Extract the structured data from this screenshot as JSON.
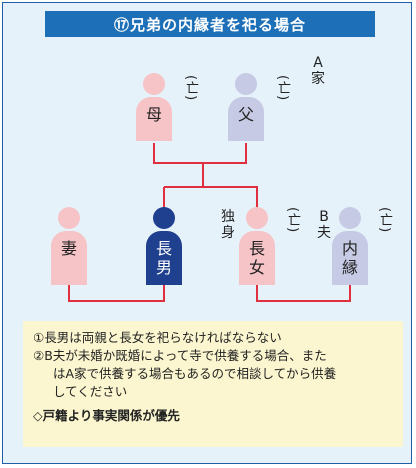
{
  "title": "⑰兄弟の内縁者を祀る場合",
  "family_label": [
    "A",
    "家"
  ],
  "other_family_label": [
    "B",
    "夫"
  ],
  "single_label": [
    "独",
    "身"
  ],
  "deceased_mark": "(亡)",
  "people": {
    "mother": "母",
    "father": "父",
    "wife": "妻",
    "eldest_son": [
      "長",
      "男"
    ],
    "eldest_daughter": [
      "長",
      "女"
    ],
    "common_law": [
      "内",
      "縁"
    ]
  },
  "colors": {
    "title_bg": "#1d6fb7",
    "line": "#e03040",
    "pink": "#f6c3c6",
    "blue": "#c6cae4",
    "navy": "#1f3f8f",
    "note_bg": "#fbf6cf"
  },
  "notes": {
    "line1": "①長男は両親と長女を祀らなければならない",
    "line2": "②B夫が未婚か既婚によって寺で供養する場合、また",
    "line3": "はA家で供養する場合もあるので相談してから供養",
    "line4": "してください",
    "priority": "◇戸籍より事実関係が優先"
  }
}
